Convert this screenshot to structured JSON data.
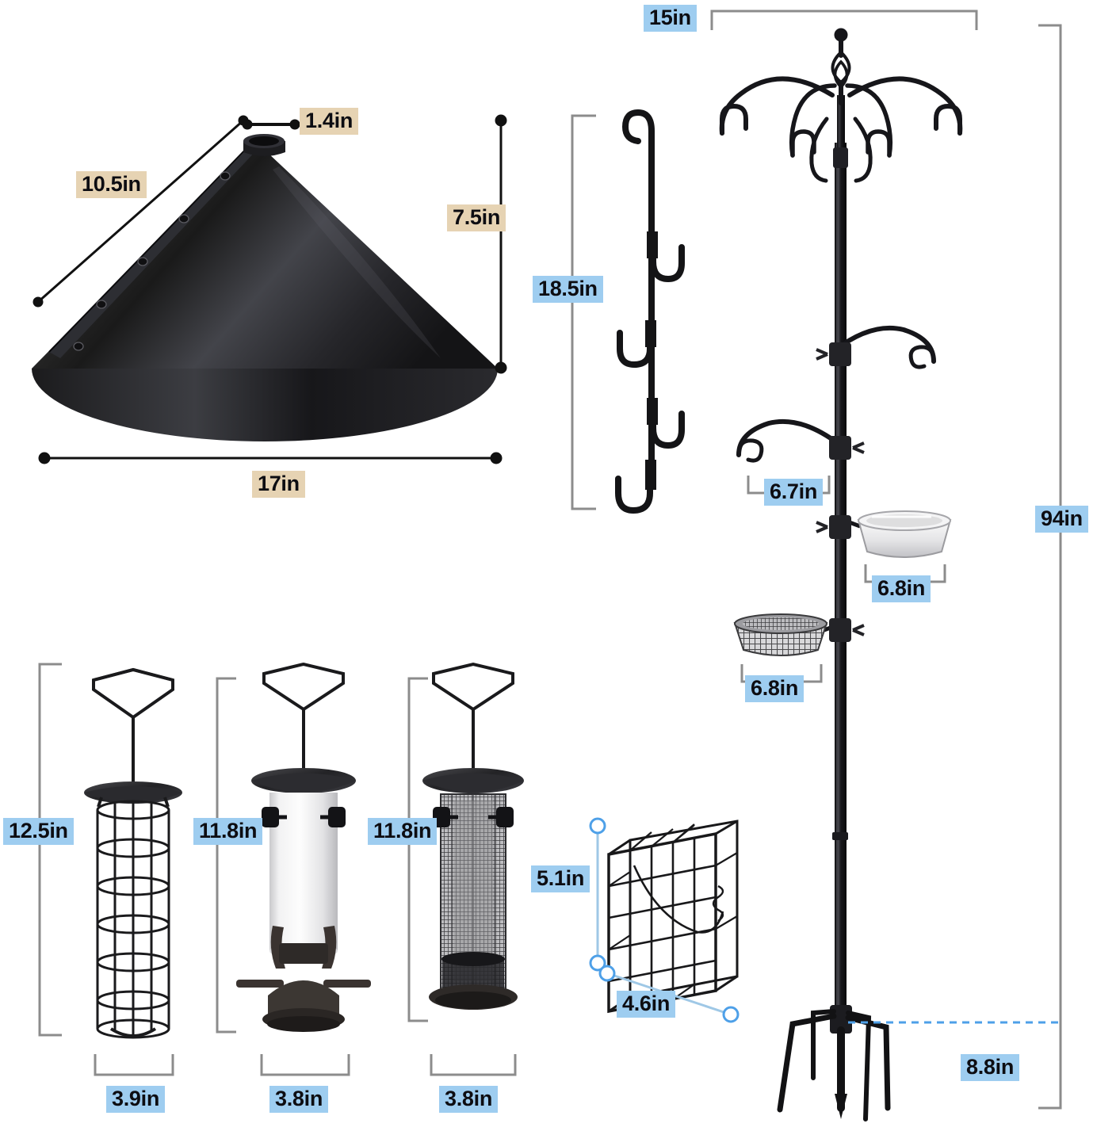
{
  "document": {
    "kind": "product-dimension-diagram",
    "subject": "bird feeding station kit",
    "background_color": "#ffffff",
    "label_colors": {
      "blue": "#9ecdf0",
      "tan": "#e6d3b3",
      "text": "#0d0d12",
      "metal": "#1a1a1a",
      "rule": "#8c8c8c"
    }
  },
  "objects": {
    "baffle": {
      "name": "squirrel baffle cone",
      "dims": {
        "slant": "10.5in",
        "top_opening": "1.4in",
        "height": "7.5in",
        "base_diameter": "17in"
      }
    },
    "extender": {
      "name": "hanging extender rod with 4 hooks",
      "dims": {
        "length": "18.5in"
      }
    },
    "pole": {
      "name": "bird feeding station pole",
      "dims": {
        "arm_span": "15in",
        "total_height": "94in",
        "scroll_hook_upper": "6.7in",
        "tray_steel": "6.8in",
        "tray_mesh": "6.8in",
        "base_spread": "8.8in"
      }
    },
    "feeders": [
      {
        "name": "suet ball cage feeder",
        "height": "12.5in",
        "width": "3.9in"
      },
      {
        "name": "clear tube seed feeder",
        "height": "11.8in",
        "width": "3.8in"
      },
      {
        "name": "mesh nyjer feeder",
        "height": "11.8in",
        "width": "3.8in"
      }
    ],
    "suet_cage": {
      "name": "suet cake cage",
      "dims": {
        "height": "5.1in",
        "width": "4.6in"
      }
    }
  },
  "labels": {
    "baffle_slant": "10.5in",
    "baffle_top": "1.4in",
    "baffle_height": "7.5in",
    "baffle_base": "17in",
    "extender_length": "18.5in",
    "pole_armspan": "15in",
    "pole_height": "94in",
    "pole_hook": "6.7in",
    "pole_tray_top": "6.8in",
    "pole_tray_bottom": "6.8in",
    "pole_base": "8.8in",
    "feeder1_h": "12.5in",
    "feeder2_h": "11.8in",
    "feeder3_h": "11.8in",
    "feeder1_w": "3.9in",
    "feeder2_w": "3.8in",
    "feeder3_w": "3.8in",
    "suet_h": "5.1in",
    "suet_w": "4.6in"
  }
}
